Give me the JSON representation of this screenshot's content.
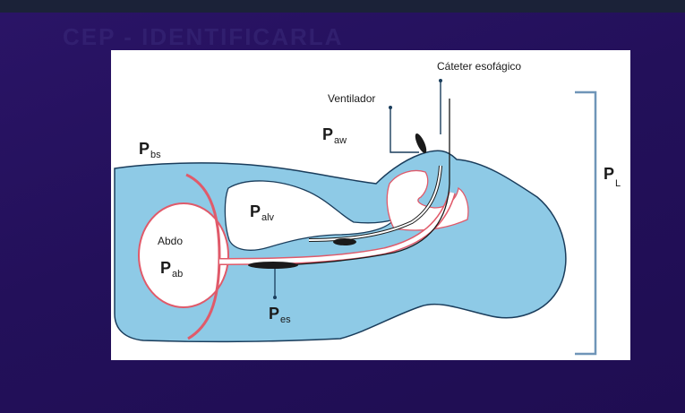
{
  "background_title": "CEP - IDENTIFICARLA",
  "diagram": {
    "catheter_label": "Cáteter esofágico",
    "ventilator_label": "Ventilador",
    "abdomen_label": "Abdo",
    "pressures": {
      "pbs": {
        "main": "P",
        "sub": "bs"
      },
      "paw": {
        "main": "P",
        "sub": "aw"
      },
      "palv": {
        "main": "P",
        "sub": "alv"
      },
      "pab": {
        "main": "P",
        "sub": "ab"
      },
      "pes": {
        "main": "P",
        "sub": "es"
      },
      "pl": {
        "main": "P",
        "sub": "L"
      }
    }
  },
  "colors": {
    "body_fill": "#8ecae6",
    "outline": "#1a3d5c",
    "tissue_line": "#e05a6a",
    "bracket": "#6f95b8",
    "background": "#24105a"
  }
}
